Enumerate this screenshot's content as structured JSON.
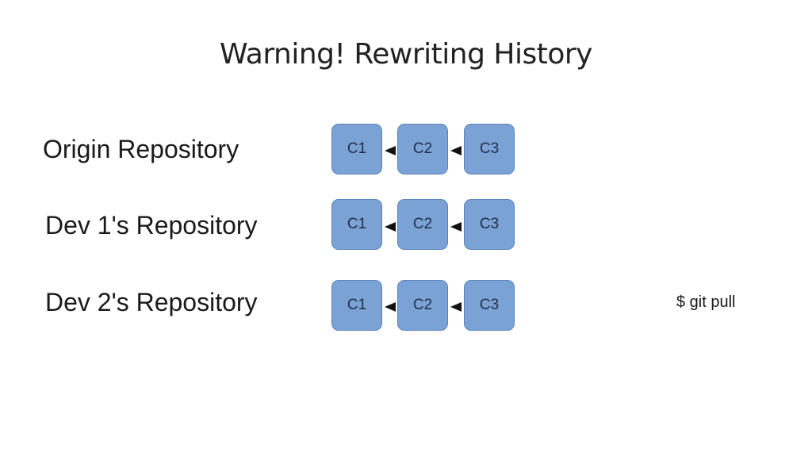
{
  "title": "Warning! Rewriting History",
  "rows": [
    {
      "label": "Origin Repository",
      "commits": [
        "C1",
        "C2",
        "C3"
      ]
    },
    {
      "label": "Dev 1's Repository",
      "commits": [
        "C1",
        "C2",
        "C3"
      ]
    },
    {
      "label": "Dev 2's Repository",
      "commits": [
        "C1",
        "C2",
        "C3"
      ]
    }
  ],
  "command": "$ git pull",
  "colors": {
    "commit_fill": "#7ba2d4",
    "commit_border": "#5b84bd",
    "arrow": "#111111"
  }
}
